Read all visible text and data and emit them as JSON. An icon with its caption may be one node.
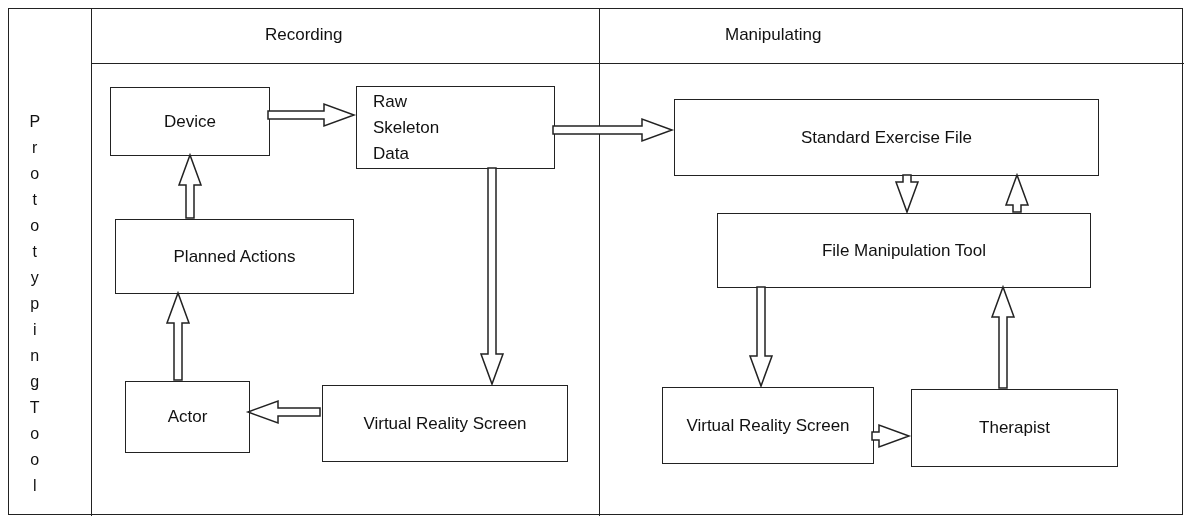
{
  "diagram": {
    "nodes": [
      {
        "text": [
          "PrototypingTool"
        ]
      },
      {
        "text": [
          "Recording"
        ],
        "in": 0
      },
      {
        "text": [
          "Manipulating"
        ],
        "in": 0
      },
      {
        "text": [
          "Device"
        ],
        "in": 1
      },
      {
        "text": [
          "Raw Skeleton Data"
        ],
        "in": 1
      },
      {
        "text": [
          "Planned Actions"
        ],
        "in": 1
      },
      {
        "text": [
          "Actor"
        ],
        "in": 1
      },
      {
        "text": [
          "Virtual Reality Screen"
        ],
        "in": 1
      },
      {
        "text": [
          "Standard Exercise File"
        ],
        "in": 2
      },
      {
        "text": [
          "File Manipulation Tool"
        ],
        "in": 2
      },
      {
        "text": [
          "Virtual Reality Screen"
        ],
        "in": 2
      },
      {
        "text": [
          "Therapist"
        ],
        "in": 2
      }
    ],
    "edges": [
      {
        "from": 3,
        "to": 4,
        "arrow": "to"
      },
      {
        "from": 4,
        "to": 8,
        "arrow": "to"
      },
      {
        "from": 4,
        "to": 7,
        "arrow": "to"
      },
      {
        "from": 7,
        "to": 6,
        "arrow": "to"
      },
      {
        "from": 6,
        "to": 5,
        "arrow": "to"
      },
      {
        "from": 5,
        "to": 3,
        "arrow": "to"
      },
      {
        "from": 8,
        "to": 9,
        "arrow": "to"
      },
      {
        "from": 9,
        "to": 8,
        "arrow": "to"
      },
      {
        "from": 9,
        "to": 10,
        "arrow": "to"
      },
      {
        "from": 10,
        "to": 11,
        "arrow": "to"
      },
      {
        "from": 11,
        "to": 9,
        "arrow": "to"
      }
    ]
  }
}
